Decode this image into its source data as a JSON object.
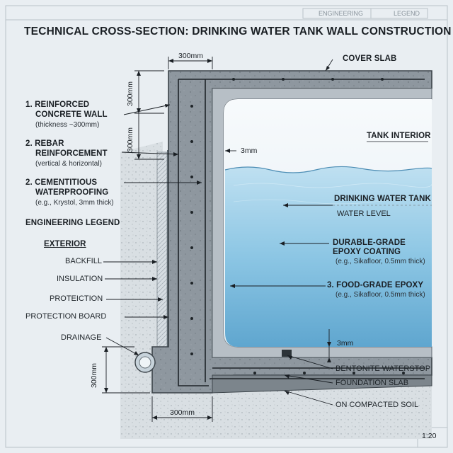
{
  "header": {
    "tab1": "ENGINEERING",
    "tab2": "LEGEND"
  },
  "title": "TECHNICAL CROSS-SECTION: DRINKING WATER TANK WALL CONSTRUCTION",
  "dimensions": {
    "top_width": "300mm",
    "side_upper": "300mm",
    "side_lower": "300mm",
    "membrane": "3mm",
    "coating_bottom": "3mm",
    "footing_height": "300mm",
    "bottom_width": "300mm"
  },
  "left_labels": {
    "wall_title_1": "1. REINFORCED",
    "wall_title_2": "CONCRETE WALL",
    "wall_sub": "(thickness ~300mm)",
    "rebar_title_1": "2. REBAR",
    "rebar_title_2": "REINFORCEMENT",
    "rebar_sub": "(vertical & horizontal)",
    "wp_title_1": "2. CEMENTITIOUS",
    "wp_title_2": "WATERPROOFING",
    "wp_sub": "(e.g., Krystol, 3mm thick)",
    "legend_heading": "ENGINEERING LEGEND",
    "exterior_heading": "EXTERIOR",
    "backfill": "BACKFILL",
    "insulation": "INSULATION",
    "proteiction": "PROTEICTION",
    "protection_board": "PROTECTION BOARD",
    "drainage": "DRAINAGE"
  },
  "right_labels": {
    "cover_slab": "COVER SLAB",
    "tank_interior": "TANK INTERIOR",
    "drinking_water_tank": "DRINKING WATER TANK",
    "water_level": "WATER LEVEL",
    "durable_title_1": "DURABLE-GRADE",
    "durable_title_2": "EPOXY COATING",
    "durable_sub": "(e.g., Sikafloor, 0.5mm thick)",
    "food_title": "3. FOOD-GRADE EPOXY",
    "food_sub": "(e.g., Sikafloor, 0.5mm thick)",
    "bentonite": "BENTONITE WATERSTOP",
    "foundation_slab": "FOUNDATION SLAB",
    "compacted_soil": "ON COMPACTED SOIL"
  },
  "scale": "1:20",
  "colors": {
    "background": "#e9eef2",
    "concrete": "#8e979f",
    "concrete_dark": "#6b757d",
    "coating": "#b7bfc6",
    "water": "#a9d3ea",
    "water_deep": "#6fb3d8",
    "line": "#1a1f24"
  }
}
